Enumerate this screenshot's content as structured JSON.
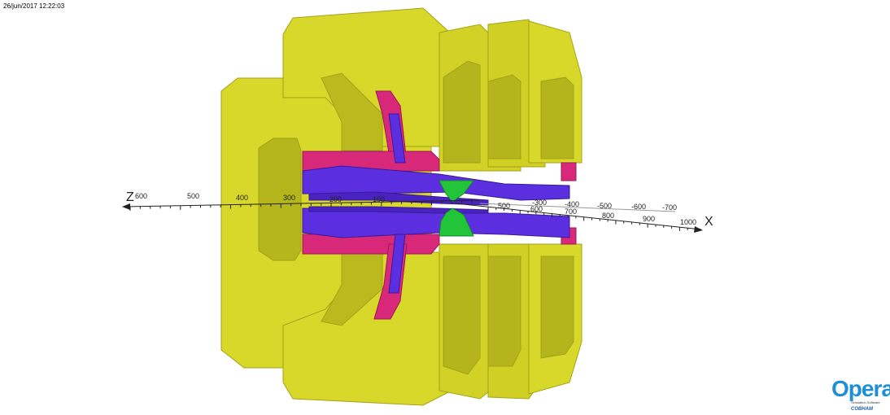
{
  "header": {
    "timestamp": "26/jun/2017 12:22:03"
  },
  "colors": {
    "yoke_light": "#d8d82a",
    "yoke_mid": "#c4c422",
    "yoke_dark": "#a9a91a",
    "coil_magenta": "#d8287a",
    "pole_purple": "#5b2ee0",
    "pole_purple_dark": "#4a22c0",
    "center_green": "#22c43a",
    "axis": "#222222",
    "logo_blue": "#1e8fd6"
  },
  "axes": {
    "z_axis": {
      "letter": "Z",
      "ticks": [
        "600",
        "500",
        "400",
        "300",
        "200",
        "100"
      ]
    },
    "x_axis": {
      "letter": "X",
      "ticks": [
        "500",
        "600",
        "700",
        "800",
        "900",
        "1000"
      ]
    },
    "back_ticks": [
      "-300",
      "-400",
      "-500",
      "-600",
      "-700"
    ]
  },
  "logo": {
    "word": "Opera",
    "subtitle": "Simulation Software",
    "brand": "COBHAM"
  }
}
